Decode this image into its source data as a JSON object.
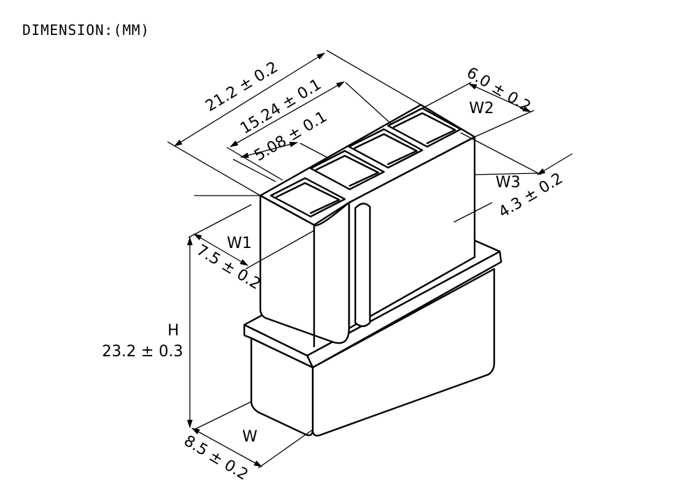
{
  "title": "DIMENSION:(MM)",
  "dimensions": {
    "overall_length": "21.2 ± 0.2",
    "pitch_span": "15.24 ± 0.1",
    "pitch": "5.08 ± 0.1",
    "w2_label": "W2",
    "w2_value": "6.0 ± 0.2",
    "w3_label": "W3",
    "w3_value": "4.3 ± 0.2",
    "w1_label": "W1",
    "w1_value": "7.5 ± 0.2",
    "h_label": "H",
    "h_value": "23.2 ± 0.3",
    "w_label": "W",
    "w_value": "8.5 ± 0.2"
  }
}
